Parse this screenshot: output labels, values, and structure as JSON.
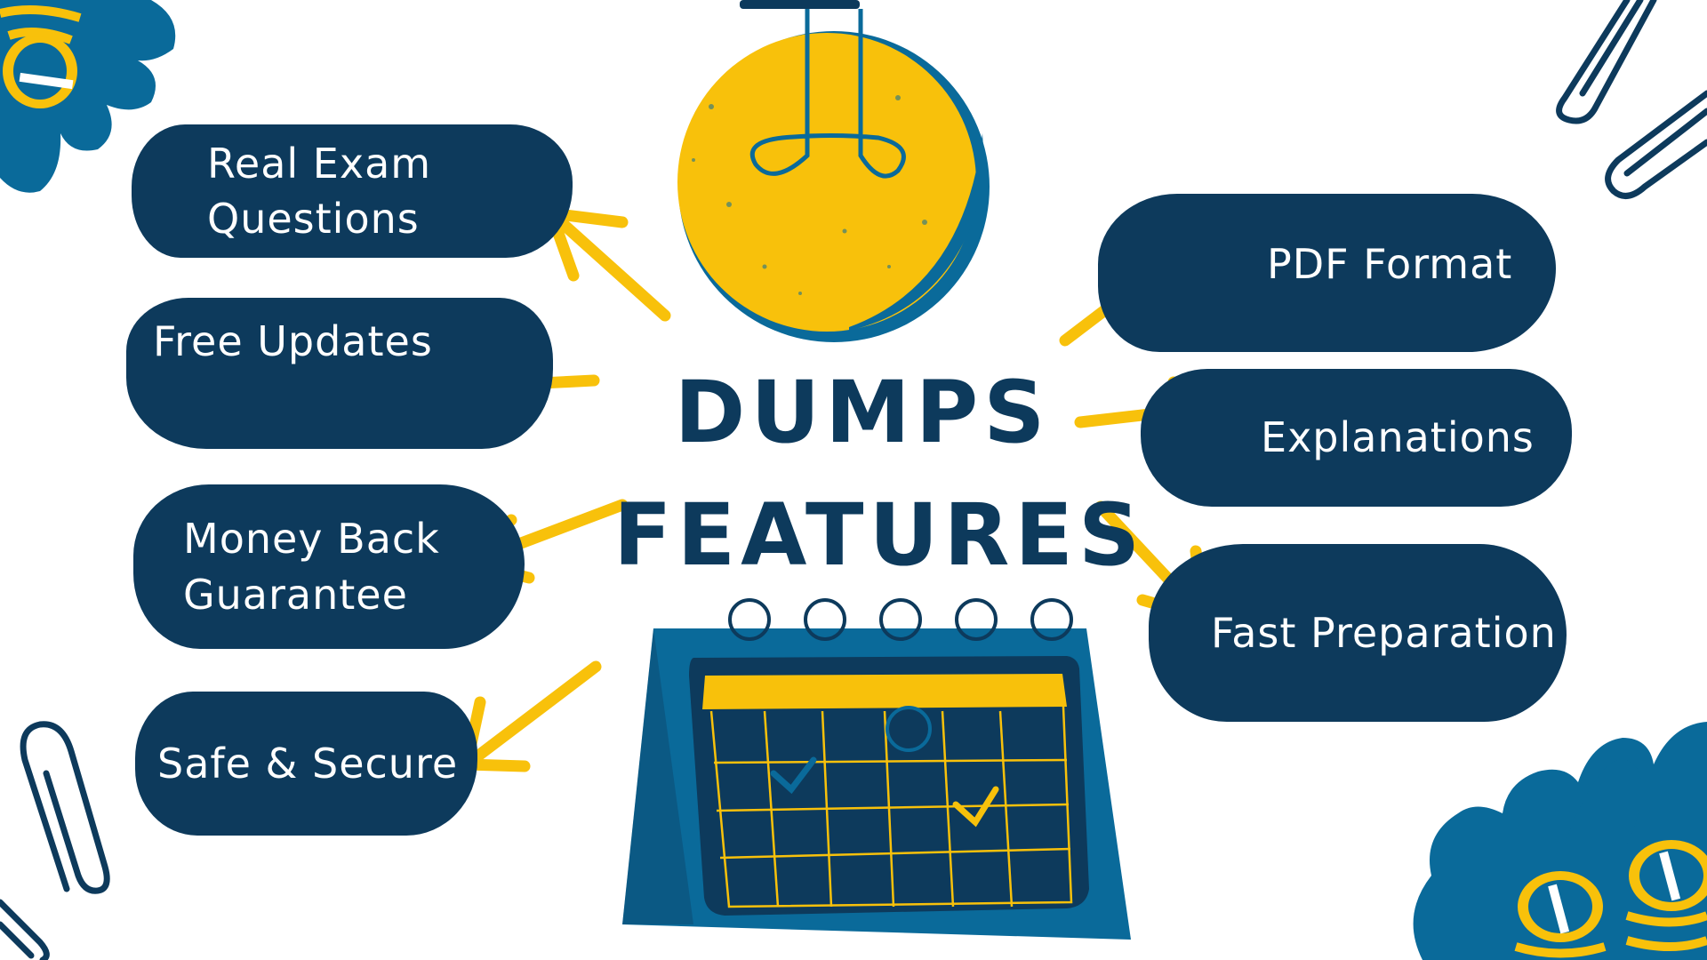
{
  "title": {
    "line1": "DUMPS",
    "line2": "FEATURES"
  },
  "features": {
    "real_exam": [
      "Real Exam",
      "Questions"
    ],
    "free_updates": "Free Updates",
    "money_back": [
      "Money Back",
      "Guarantee"
    ],
    "safe_secure": "Safe & Secure",
    "pdf_format": "PDF Format",
    "explanations": "Explanations",
    "fast_preparation": "Fast Preparation"
  },
  "colors": {
    "navy": "#0d3a5c",
    "blue": "#0a6a9a",
    "yellow": "#f8c10b",
    "white": "#ffffff"
  },
  "icons": [
    "lightbulb-icon",
    "calendar-icon",
    "paperclip-icon",
    "flower-icon",
    "coin-stack-icon",
    "arrow-icon",
    "checkmark-icon"
  ]
}
